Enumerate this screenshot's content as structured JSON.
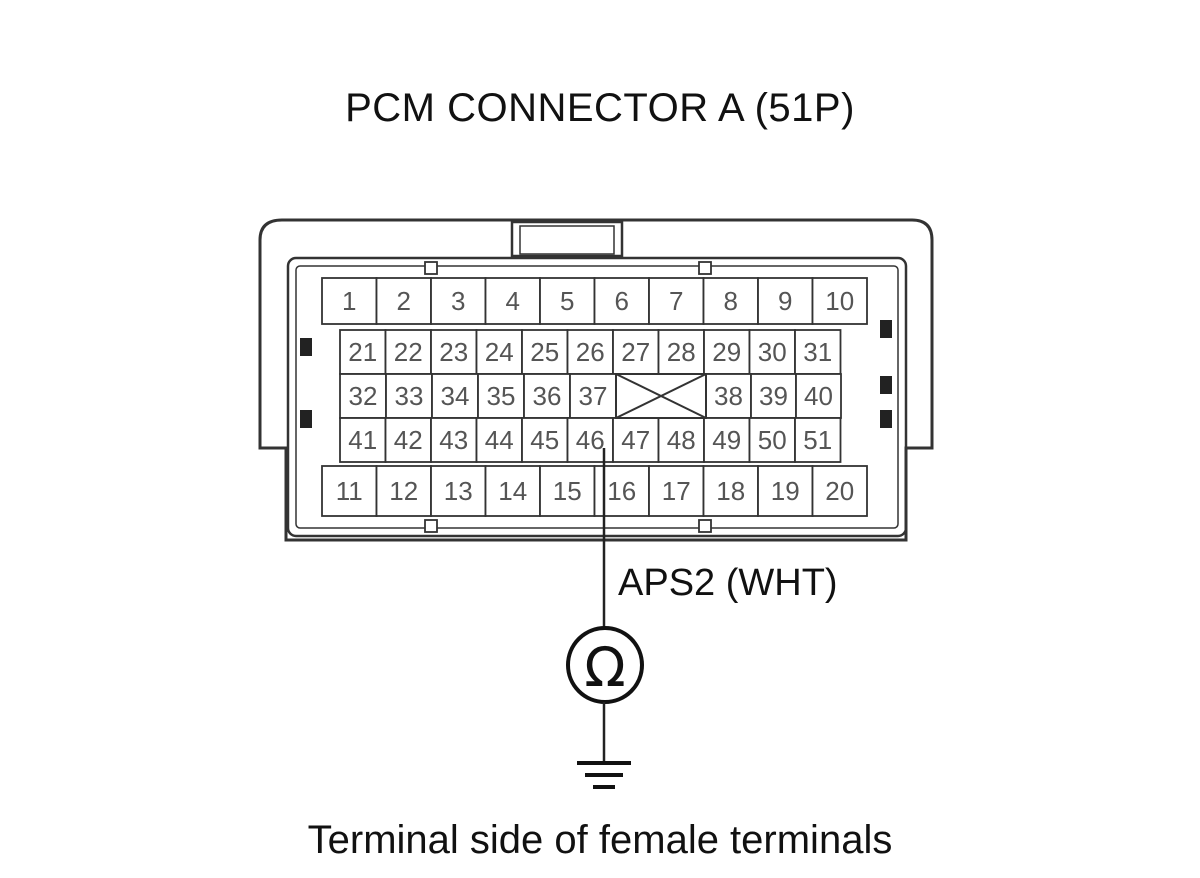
{
  "title": "PCM CONNECTOR A (51P)",
  "caption": "Terminal side of female terminals",
  "wire_label": "APS2 (WHT)",
  "meter_symbol": "Ω",
  "meter_icon": "ohmmeter-icon",
  "ground_icon": "ground-icon",
  "probe_terminal": "46",
  "rows": {
    "top": [
      "1",
      "2",
      "3",
      "4",
      "5",
      "6",
      "7",
      "8",
      "9",
      "10"
    ],
    "row2": [
      "21",
      "22",
      "23",
      "24",
      "25",
      "26",
      "27",
      "28",
      "29",
      "30",
      "31"
    ],
    "row3_left": [
      "32",
      "33",
      "34",
      "35",
      "36",
      "37"
    ],
    "row3_right": [
      "38",
      "39",
      "40"
    ],
    "row4": [
      "41",
      "42",
      "43",
      "44",
      "45",
      "46",
      "47",
      "48",
      "49",
      "50",
      "51"
    ],
    "bottom": [
      "11",
      "12",
      "13",
      "14",
      "15",
      "16",
      "17",
      "18",
      "19",
      "20"
    ]
  }
}
